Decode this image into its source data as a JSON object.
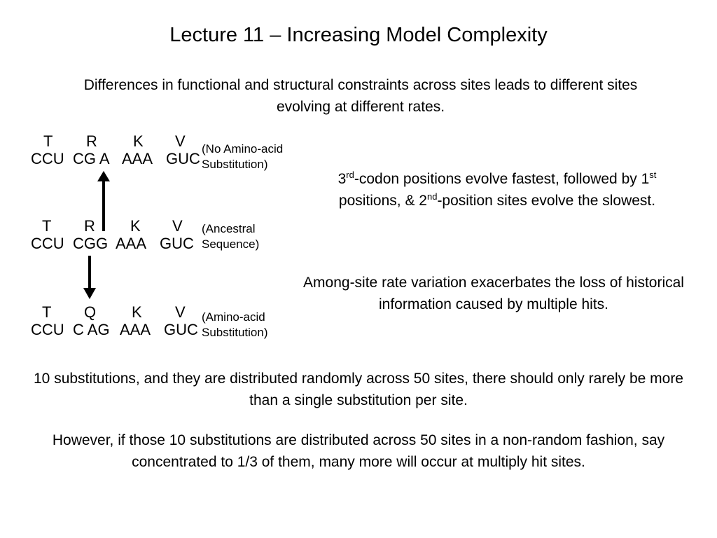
{
  "slide": {
    "title": "Lecture 11 – Increasing Model Complexity",
    "intro": "Differences in functional and structural constraints across sites leads to different sites evolving at different rates."
  },
  "codon_blocks": {
    "top": {
      "amino_acids": [
        "T",
        "R",
        "K",
        "V"
      ],
      "codons": [
        "CCU",
        "CG A",
        "AAA",
        "GUC"
      ],
      "note_line1": "(No Amino-acid",
      "note_line2": "Substitution)"
    },
    "ancestral": {
      "amino_acids": [
        "T",
        "R",
        "K",
        "V"
      ],
      "codons": [
        "CCU",
        "CGG",
        "AAA",
        "GUC"
      ],
      "note_line1": "(Ancestral",
      "note_line2": "Sequence)"
    },
    "bottom": {
      "amino_acids": [
        "T",
        "Q",
        "K",
        "V"
      ],
      "codons": [
        "CCU",
        "C AG",
        "AAA",
        "GUC"
      ],
      "note_line1": "(Amino-acid",
      "note_line2": "Substitution)"
    }
  },
  "codon_note": {
    "n3": "3",
    "sup_rd": "rd",
    "part1": "-codon positions evolve fastest, followed by 1",
    "sup_st": "st",
    "part2": "positions,  & 2",
    "sup_nd": "nd",
    "part3": "-position sites evolve the slowest."
  },
  "rate_note": "Among-site rate variation exacerbates the loss of historical information caused by multiple hits.",
  "random_para": "10 substitutions, and they are distributed randomly across 50 sites, there should only rarely be more than a single substitution per site.",
  "nonrandom_para": "However, if those 10 substitutions are distributed across 50 sites in a non-random fashion, say concentrated to 1/3 of them, many more will occur at multiply hit sites."
}
